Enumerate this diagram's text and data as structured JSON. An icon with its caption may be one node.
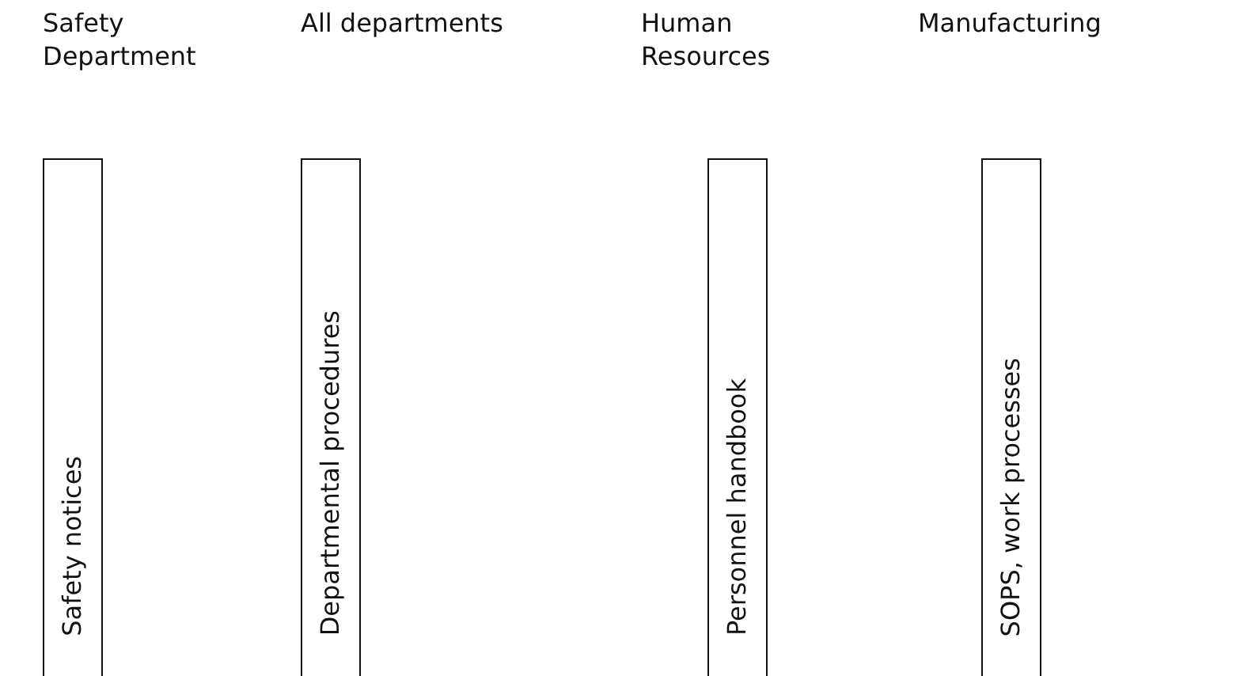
{
  "diagram": {
    "nodes": [
      {
        "text": [
          "Safety Department",
          "Safety notices"
        ]
      },
      {
        "text": [
          "All departments",
          "Departmental procedures"
        ]
      },
      {
        "text": [
          "Human Resources",
          "Personnel handbook"
        ]
      },
      {
        "text": [
          "Manufacturing",
          "SOPS, work processes"
        ]
      }
    ]
  }
}
